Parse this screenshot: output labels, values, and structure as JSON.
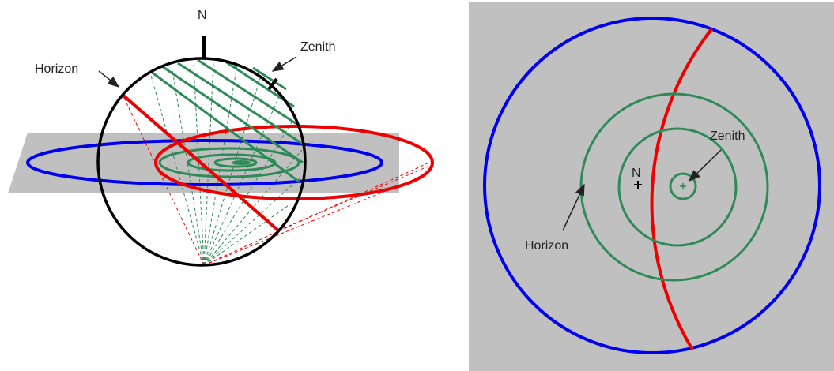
{
  "left_diagram": {
    "labels": {
      "north": "N",
      "zenith": "Zenith",
      "horizon": "Horizon"
    }
  },
  "right_diagram": {
    "labels": {
      "north": "N",
      "zenith": "Zenith",
      "horizon": "Horizon"
    }
  },
  "colors": {
    "outer_circle": "#0000ee",
    "horizon_circle": "#ee0000",
    "altitude_circles": "#2e8b57",
    "plane": "#c0c0c0",
    "sphere": "#000000",
    "panel_background": "#c0c0c0"
  }
}
